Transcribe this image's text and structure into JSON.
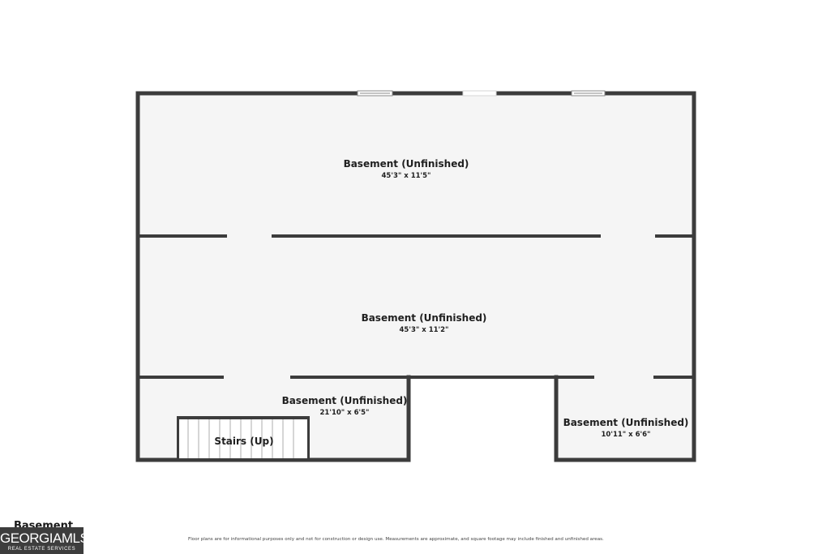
{
  "floor_label": "Basement",
  "rooms": [
    {
      "name": "Basement (Unfinished)",
      "dimensions": "45'3\" x 11'5\""
    },
    {
      "name": "Basement (Unfinished)",
      "dimensions": "45'3\" x 11'2\""
    },
    {
      "name": "Basement (Unfinished)",
      "dimensions": "21'10\" x 6'5\""
    },
    {
      "name": "Basement (Unfinished)",
      "dimensions": "10'11\" x 6'6\""
    }
  ],
  "stairs": {
    "label": "Stairs (Up)"
  },
  "disclaimer": "Floor plans are for informational purposes only and not for construction or design use. Measurements are approximate, and square footage may include finished and unfinished areas.",
  "logo": {
    "main": "GEORGIAMLS",
    "sub": "REAL ESTATE SERVICES"
  },
  "colors": {
    "wall": "#3c3c3c",
    "floor": "#f5f5f5",
    "background": "#ffffff",
    "logo_bg": "#3d3d3d"
  }
}
